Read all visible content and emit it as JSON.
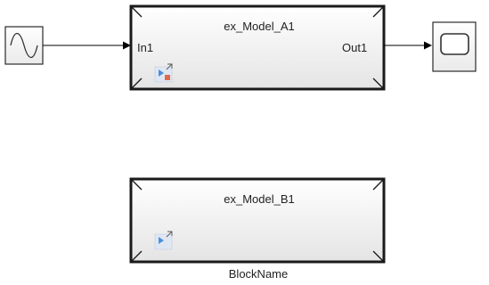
{
  "model_a": {
    "name": "ex_Model_A1",
    "in_port": "In1",
    "out_port": "Out1"
  },
  "model_b": {
    "name": "ex_Model_B1",
    "block_label": "BlockName"
  },
  "icons": {
    "source": "sine-wave-icon",
    "sink": "scope-icon",
    "model_badge": "model-reference-icon"
  },
  "colors": {
    "block_border": "#1a1a1a",
    "block_fill_top": "#ffffff",
    "block_fill_bottom": "#e6e6e6",
    "line": "#000000"
  }
}
